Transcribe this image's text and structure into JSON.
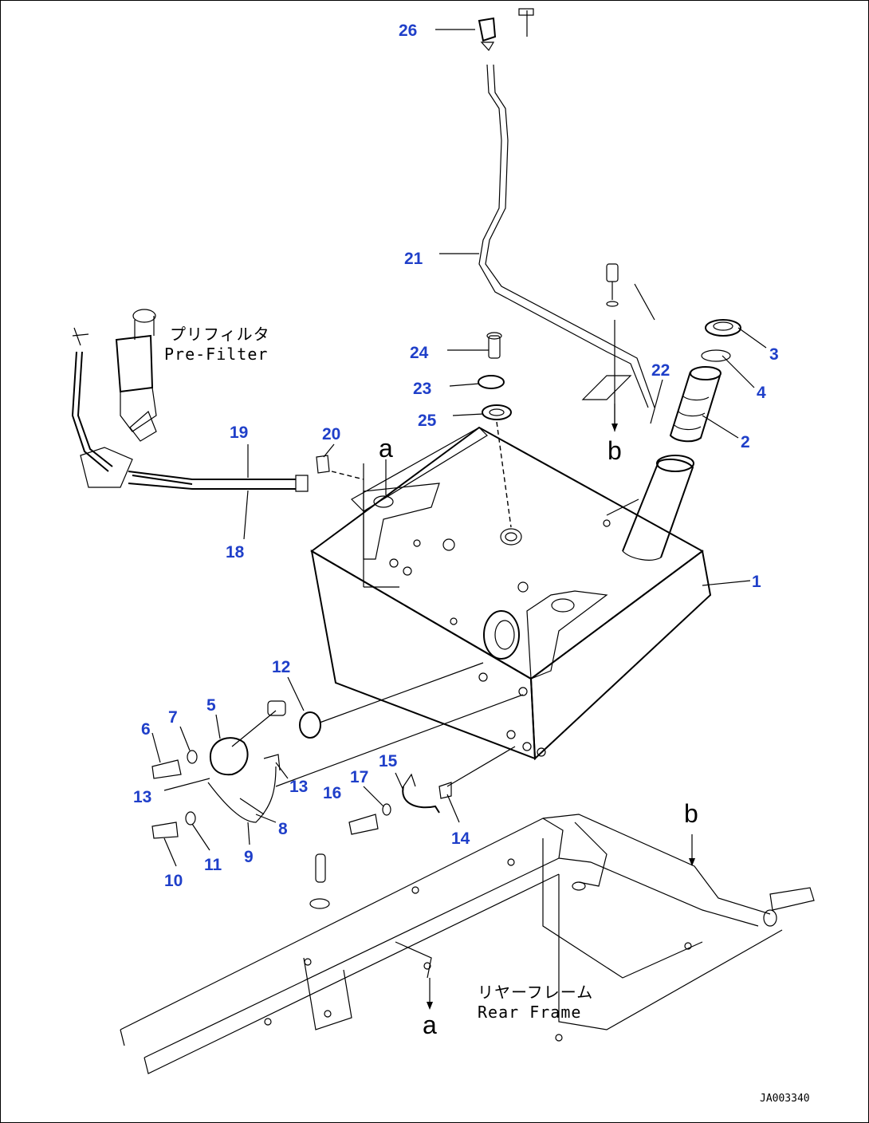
{
  "diagram": {
    "callouts": [
      {
        "id": "1",
        "label": "1"
      },
      {
        "id": "2",
        "label": "2"
      },
      {
        "id": "3",
        "label": "3"
      },
      {
        "id": "4",
        "label": "4"
      },
      {
        "id": "5",
        "label": "5"
      },
      {
        "id": "6",
        "label": "6"
      },
      {
        "id": "7",
        "label": "7"
      },
      {
        "id": "8",
        "label": "8"
      },
      {
        "id": "9",
        "label": "9"
      },
      {
        "id": "10",
        "label": "10"
      },
      {
        "id": "11",
        "label": "11"
      },
      {
        "id": "12",
        "label": "12"
      },
      {
        "id": "13a",
        "label": "13"
      },
      {
        "id": "13b",
        "label": "13"
      },
      {
        "id": "14",
        "label": "14"
      },
      {
        "id": "15",
        "label": "15"
      },
      {
        "id": "16",
        "label": "16"
      },
      {
        "id": "17",
        "label": "17"
      },
      {
        "id": "18",
        "label": "18"
      },
      {
        "id": "19",
        "label": "19"
      },
      {
        "id": "20",
        "label": "20"
      },
      {
        "id": "21",
        "label": "21"
      },
      {
        "id": "22",
        "label": "22"
      },
      {
        "id": "23",
        "label": "23"
      },
      {
        "id": "24",
        "label": "24"
      },
      {
        "id": "25",
        "label": "25"
      },
      {
        "id": "26",
        "label": "26"
      }
    ],
    "labels": {
      "prefilter_jp": "プリフィルタ",
      "prefilter_en": "Pre-Filter",
      "rear_frame_jp": "リヤーフレーム",
      "rear_frame_en": "Rear Frame"
    },
    "ref_letters": {
      "a_top": "a",
      "a_bottom": "a",
      "b_top": "b",
      "b_bottom": "b"
    },
    "drawing_code": "JA003340",
    "colors": {
      "callout": "#1f3fc9",
      "line": "#000000"
    }
  }
}
